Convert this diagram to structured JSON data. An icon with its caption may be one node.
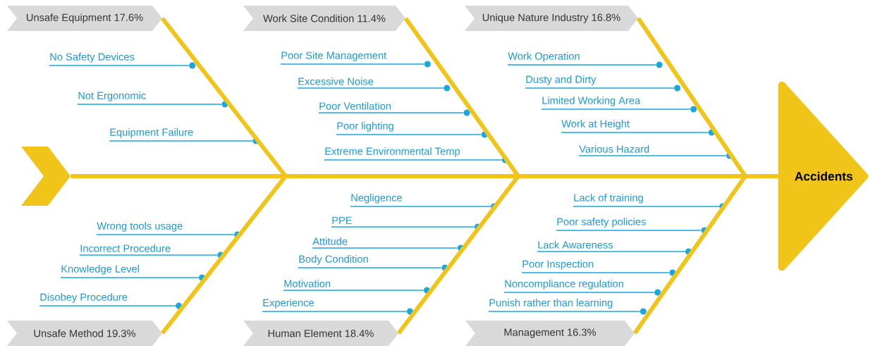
{
  "diagram": {
    "nodes": [
      {
        "text": [],
        "shape": "chevron"
      },
      {
        "text": [
          "Accidents"
        ]
      },
      {
        "text": [
          "Unsafe Equipment 17.6%"
        ]
      },
      {
        "text": [
          "Work Site Condition 11.4%"
        ]
      },
      {
        "text": [
          "Unique Nature Industry 16.8%"
        ]
      },
      {
        "text": [
          "Unsafe Method 19.3%"
        ]
      },
      {
        "text": [
          "Human Element 18.4%"
        ]
      },
      {
        "text": [
          "Management 16.3%"
        ]
      },
      {
        "text": [
          "No Safety Devices"
        ]
      },
      {
        "text": [
          "Not Ergonomic"
        ]
      },
      {
        "text": [
          "Equipment Failure"
        ]
      },
      {
        "text": [
          "Poor Site Management"
        ]
      },
      {
        "text": [
          "Excessive Noise"
        ]
      },
      {
        "text": [
          "Poor Ventilation"
        ]
      },
      {
        "text": [
          "Poor lighting"
        ]
      },
      {
        "text": [
          "Extreme Environmental Temp"
        ]
      },
      {
        "text": [
          "Work Operation"
        ]
      },
      {
        "text": [
          "Dusty and Dirty"
        ]
      },
      {
        "text": [
          "Limited Working Area"
        ]
      },
      {
        "text": [
          "Work at Height"
        ]
      },
      {
        "text": [
          "Various Hazard"
        ]
      },
      {
        "text": [
          "Wrong tools usage"
        ]
      },
      {
        "text": [
          "Incorrect Procedure"
        ]
      },
      {
        "text": [
          "Knowledge Level"
        ]
      },
      {
        "text": [
          "Disobey Procedure"
        ]
      },
      {
        "text": [
          "Negligence"
        ]
      },
      {
        "text": [
          "PPE"
        ]
      },
      {
        "text": [
          "Attitude"
        ]
      },
      {
        "text": [
          "Body Condition"
        ]
      },
      {
        "text": [
          "Motivation"
        ]
      },
      {
        "text": [
          "Experience"
        ]
      },
      {
        "text": [
          "Lack of training"
        ]
      },
      {
        "text": [
          "Poor safety policies"
        ]
      },
      {
        "text": [
          "Lack Awareness"
        ]
      },
      {
        "text": [
          "Poor Inspection"
        ]
      },
      {
        "text": [
          "Noncompliance regulation"
        ]
      },
      {
        "text": [
          "Punish rather than learning"
        ]
      },
      {
        "text": [],
        "shape": "circle"
      },
      {
        "text": [],
        "shape": "circle"
      },
      {
        "text": [],
        "shape": "circle"
      },
      {
        "text": [],
        "shape": "circle"
      },
      {
        "text": [],
        "shape": "circle"
      },
      {
        "text": [],
        "shape": "circle"
      },
      {
        "text": [],
        "shape": "circle"
      },
      {
        "text": [],
        "shape": "circle"
      },
      {
        "text": [],
        "shape": "circle"
      },
      {
        "text": [],
        "shape": "circle"
      },
      {
        "text": [],
        "shape": "circle"
      },
      {
        "text": [],
        "shape": "circle"
      },
      {
        "text": [],
        "shape": "circle"
      },
      {
        "text": [],
        "shape": "circle"
      },
      {
        "text": [],
        "shape": "circle"
      },
      {
        "text": [],
        "shape": "circle"
      },
      {
        "text": [],
        "shape": "circle"
      },
      {
        "text": [],
        "shape": "circle"
      },
      {
        "text": [],
        "shape": "circle"
      },
      {
        "text": [],
        "shape": "circle"
      },
      {
        "text": [],
        "shape": "circle"
      },
      {
        "text": [],
        "shape": "circle"
      },
      {
        "text": [],
        "shape": "circle"
      },
      {
        "text": [],
        "shape": "circle"
      },
      {
        "text": [],
        "shape": "circle"
      },
      {
        "text": [],
        "shape": "circle"
      },
      {
        "text": [],
        "shape": "circle"
      },
      {
        "text": [],
        "shape": "circle"
      },
      {
        "text": [],
        "shape": "circle"
      }
    ],
    "edges": [
      {
        "from": 0,
        "to": 1,
        "arrow": "none",
        "style": "thick",
        "color": "#f0c419"
      },
      {
        "from": 2,
        "to": null,
        "arrow": "none",
        "style": "thick",
        "color": "#f0c419"
      },
      {
        "from": 3,
        "to": null,
        "arrow": "none",
        "style": "thick",
        "color": "#f0c419"
      },
      {
        "from": 4,
        "to": null,
        "arrow": "none",
        "style": "thick",
        "color": "#f0c419"
      },
      {
        "from": 5,
        "to": null,
        "arrow": "none",
        "style": "thick",
        "color": "#f0c419"
      },
      {
        "from": 6,
        "to": null,
        "arrow": "none",
        "style": "thick",
        "color": "#f0c419"
      },
      {
        "from": 7,
        "to": null,
        "arrow": "none",
        "style": "thick",
        "color": "#f0c419"
      },
      {
        "from": 8,
        "to": 37,
        "arrow": "none"
      },
      {
        "from": 9,
        "to": 38,
        "arrow": "none"
      },
      {
        "from": 10,
        "to": 39,
        "arrow": "none"
      },
      {
        "from": 11,
        "to": 40,
        "arrow": "none"
      },
      {
        "from": 12,
        "to": 41,
        "arrow": "none"
      },
      {
        "from": 13,
        "to": 42,
        "arrow": "none"
      },
      {
        "from": 14,
        "to": 43,
        "arrow": "none"
      },
      {
        "from": 15,
        "to": 44,
        "arrow": "none"
      },
      {
        "from": 16,
        "to": 45,
        "arrow": "none"
      },
      {
        "from": 17,
        "to": 46,
        "arrow": "none"
      },
      {
        "from": 18,
        "to": 47,
        "arrow": "none"
      },
      {
        "from": 19,
        "to": 48,
        "arrow": "none"
      },
      {
        "from": 20,
        "to": 49,
        "arrow": "none"
      },
      {
        "from": 21,
        "to": 50,
        "arrow": "none"
      },
      {
        "from": 22,
        "to": 51,
        "arrow": "none"
      },
      {
        "from": 23,
        "to": 52,
        "arrow": "none"
      },
      {
        "from": 24,
        "to": 53,
        "arrow": "none"
      },
      {
        "from": 25,
        "to": 54,
        "arrow": "none"
      },
      {
        "from": 26,
        "to": 55,
        "arrow": "none"
      },
      {
        "from": 27,
        "to": 56,
        "arrow": "none"
      },
      {
        "from": 28,
        "to": 57,
        "arrow": "none"
      },
      {
        "from": 29,
        "to": 58,
        "arrow": "none"
      },
      {
        "from": 30,
        "to": 59,
        "arrow": "none"
      },
      {
        "from": 31,
        "to": 60,
        "arrow": "none"
      },
      {
        "from": 32,
        "to": 61,
        "arrow": "none"
      },
      {
        "from": 33,
        "to": 62,
        "arrow": "none"
      },
      {
        "from": 34,
        "to": 63,
        "arrow": "none"
      },
      {
        "from": 35,
        "to": 64,
        "arrow": "none"
      },
      {
        "from": 36,
        "to": 65,
        "arrow": "none"
      }
    ]
  }
}
